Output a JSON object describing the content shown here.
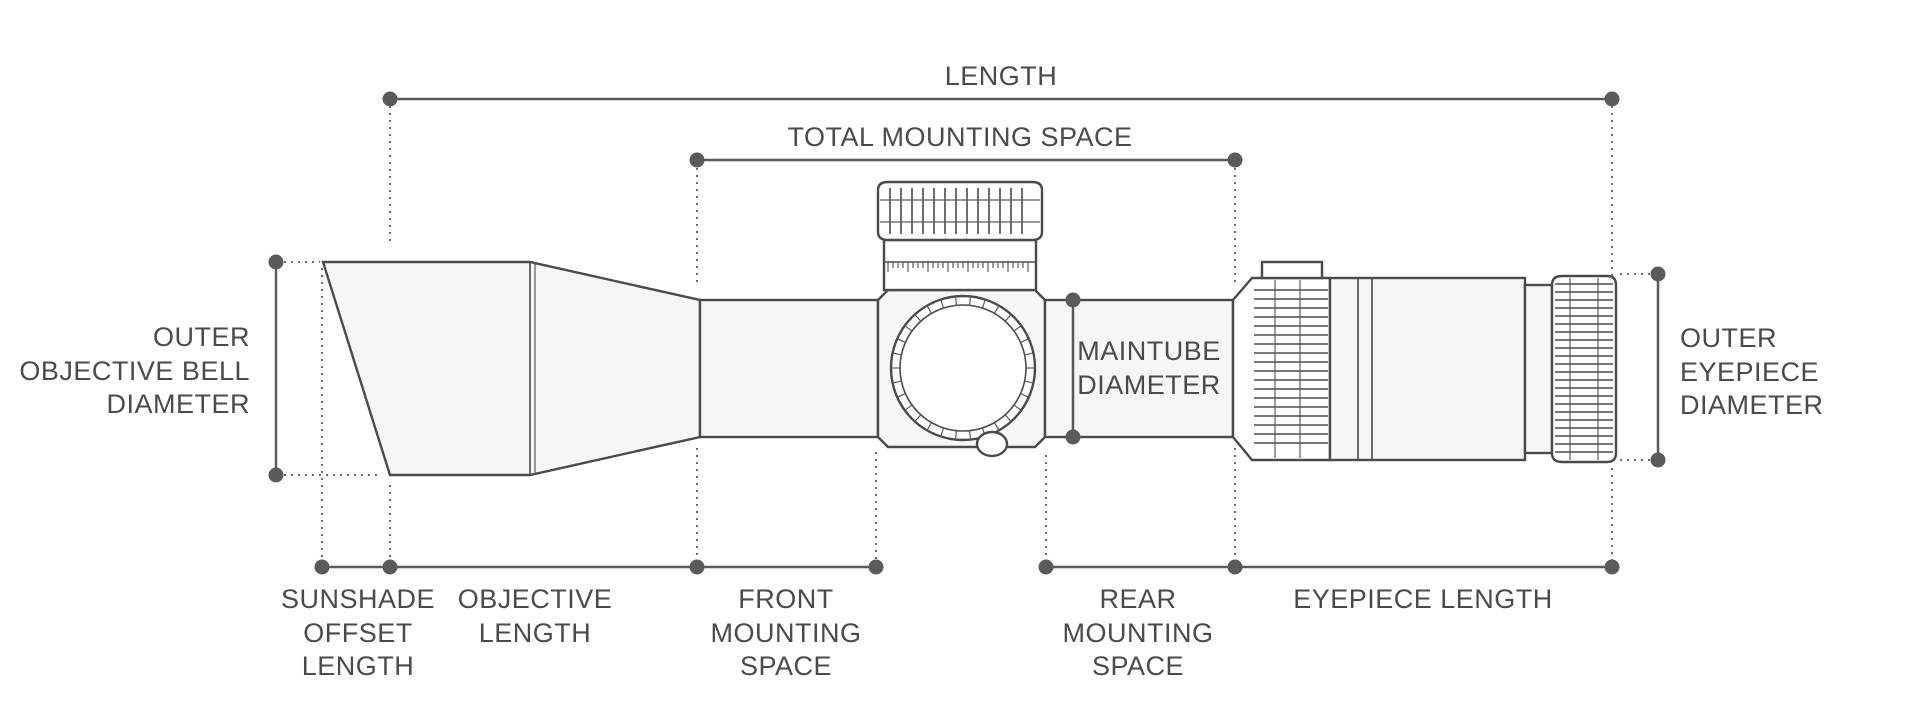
{
  "labels": {
    "length": "LENGTH",
    "total_mounting_space": "TOTAL MOUNTING SPACE",
    "outer_objective_bell_diameter": [
      "OUTER",
      "OBJECTIVE BELL",
      "DIAMETER"
    ],
    "maintube_diameter": [
      "MAINTUBE",
      "DIAMETER"
    ],
    "outer_eyepiece_diameter": [
      "OUTER",
      "EYEPIECE",
      "DIAMETER"
    ],
    "sunshade_offset_length": [
      "SUNSHADE",
      "OFFSET",
      "LENGTH"
    ],
    "objective_length": [
      "OBJECTIVE",
      "LENGTH"
    ],
    "front_mounting_space": [
      "FRONT",
      "MOUNTING",
      "SPACE"
    ],
    "rear_mounting_space": [
      "REAR",
      "MOUNTING",
      "SPACE"
    ],
    "eyepiece_length": "EYEPIECE LENGTH"
  },
  "colors": {
    "line": "#5a5a5a",
    "text": "#4a4a4a",
    "fill": "#f6f6f6"
  }
}
